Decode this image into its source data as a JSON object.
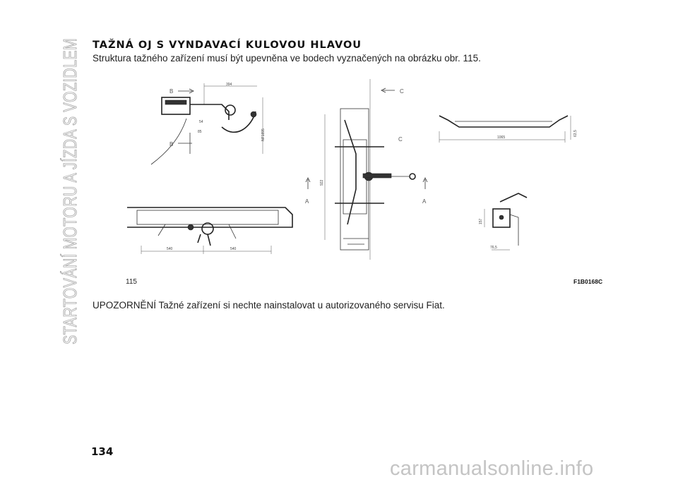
{
  "sidebar": {
    "section_title": "STARTOVÁNÍ MOTORU A JÍZDA S VOZIDLEM"
  },
  "content": {
    "title": "TAŽNÁ OJ S VYNDAVACÍ KULOVOU HLAVOU",
    "subtitle": "Struktura tažného zařízení musí být upevněna ve bodech vyznačených na obrázku obr. 115.",
    "warning": "UPOZORNĚNÍ Tažné zařízení si nechte nainstalovat u autorizovaného servisu Fiat."
  },
  "figure": {
    "number": "115",
    "code": "F1B0168C",
    "labels": {
      "b": "B",
      "c": "C",
      "a": "A",
      "dim_top": "394",
      "dim_vert": "NF1895",
      "dim_width": "1065",
      "dim_height": "63,5",
      "dim_left": "540",
      "dim_right": "540",
      "dim_center": "922",
      "dim_small": "157",
      "dim_bottom": "76,5",
      "dim_a": "54",
      "dim_b": "85"
    }
  },
  "footer": {
    "page_number": "134",
    "watermark": "carmanualsonline.info"
  }
}
